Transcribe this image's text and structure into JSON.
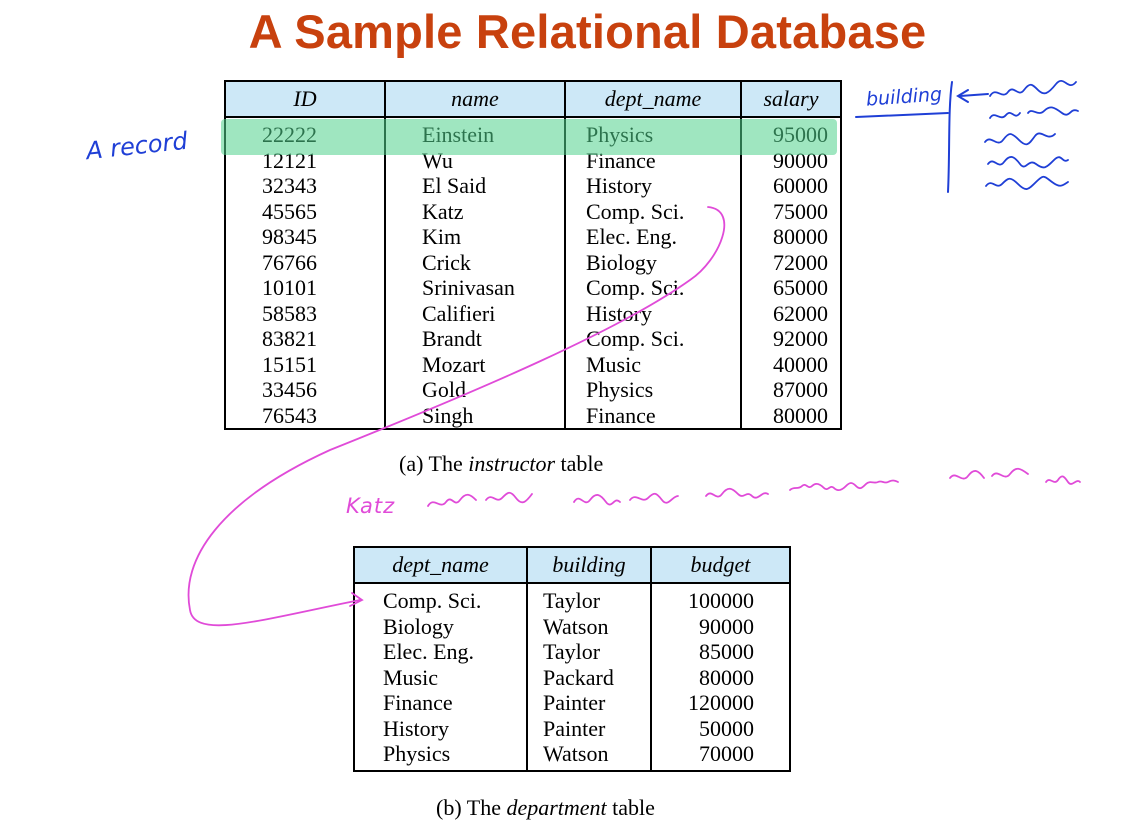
{
  "title": "A Sample Relational Database",
  "instructor": {
    "headers": [
      "ID",
      "name",
      "dept_name",
      "salary"
    ],
    "rows": [
      [
        "22222",
        "Einstein",
        "Physics",
        "95000"
      ],
      [
        "12121",
        "Wu",
        "Finance",
        "90000"
      ],
      [
        "32343",
        "El Said",
        "History",
        "60000"
      ],
      [
        "45565",
        "Katz",
        "Comp. Sci.",
        "75000"
      ],
      [
        "98345",
        "Kim",
        "Elec. Eng.",
        "80000"
      ],
      [
        "76766",
        "Crick",
        "Biology",
        "72000"
      ],
      [
        "10101",
        "Srinivasan",
        "Comp. Sci.",
        "65000"
      ],
      [
        "58583",
        "Califieri",
        "History",
        "62000"
      ],
      [
        "83821",
        "Brandt",
        "Comp. Sci.",
        "92000"
      ],
      [
        "15151",
        "Mozart",
        "Music",
        "40000"
      ],
      [
        "33456",
        "Gold",
        "Physics",
        "87000"
      ],
      [
        "76543",
        "Singh",
        "Finance",
        "80000"
      ]
    ],
    "caption_prefix": "(a) The",
    "caption_italic": "instructor",
    "caption_suffix": "table"
  },
  "department": {
    "headers": [
      "dept_name",
      "building",
      "budget"
    ],
    "rows": [
      [
        "Comp. Sci.",
        "Taylor",
        "100000"
      ],
      [
        "Biology",
        "Watson",
        "90000"
      ],
      [
        "Elec. Eng.",
        "Taylor",
        "85000"
      ],
      [
        "Music",
        "Packard",
        "80000"
      ],
      [
        "Finance",
        "Painter",
        "120000"
      ],
      [
        "History",
        "Painter",
        "50000"
      ],
      [
        "Physics",
        "Watson",
        "70000"
      ]
    ],
    "caption_prefix": "(b) The",
    "caption_italic": "department",
    "caption_suffix": "table"
  },
  "annotations": {
    "record_note": "A record",
    "building_note": "building",
    "katz_note": "Katz",
    "colors": {
      "blue": "#1f3fd6",
      "pink": "#e04bd8",
      "highlight": "#50d28c"
    }
  }
}
